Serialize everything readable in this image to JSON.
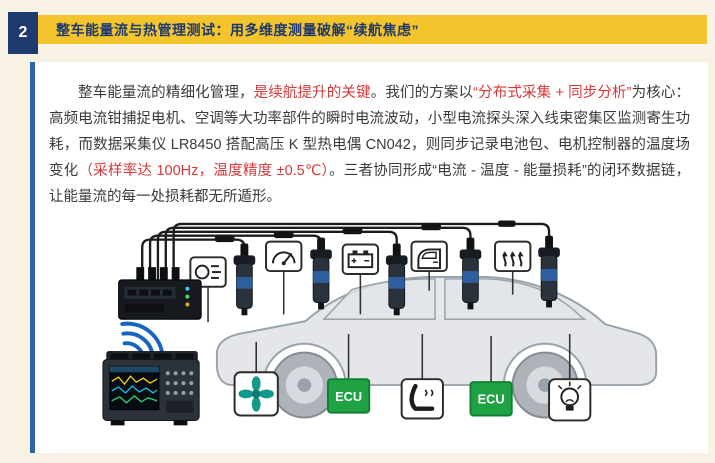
{
  "header": {
    "number": "2",
    "title": "整车能量流与热管理测试：用多维度测量破解“续航焦虑”"
  },
  "paragraph": {
    "segments": [
      {
        "text": "整车能量流的精细化管理，",
        "color": "dark"
      },
      {
        "text": "是续航提升的关键",
        "color": "red"
      },
      {
        "text": "。我们的方案以",
        "color": "dark"
      },
      {
        "text": "“分布式采集 + 同步分析”",
        "color": "red"
      },
      {
        "text": "为核心：高频电流钳捕捉电机、空调等大功率部件的瞬时电流波动，小型电流探头深入线束密集区监测寄生功耗，而数据采集仪 LR8450 搭配高压 K 型热电偶 CN042，则同步记录电池包、电机控制器的温度场变化",
        "color": "dark"
      },
      {
        "text": "（采样率达 100Hz，温度精度 ±0.5℃）",
        "color": "red"
      },
      {
        "text": "。三者协同形成“电流 - 温度 - 能量损耗”的闭环数据链，让能量流的每一处损耗都无所遁形。",
        "color": "dark"
      }
    ]
  },
  "diagram": {
    "ecu_label": "ECU",
    "accent_blue": "#1565c0",
    "ecu_green": "#1fa244"
  }
}
